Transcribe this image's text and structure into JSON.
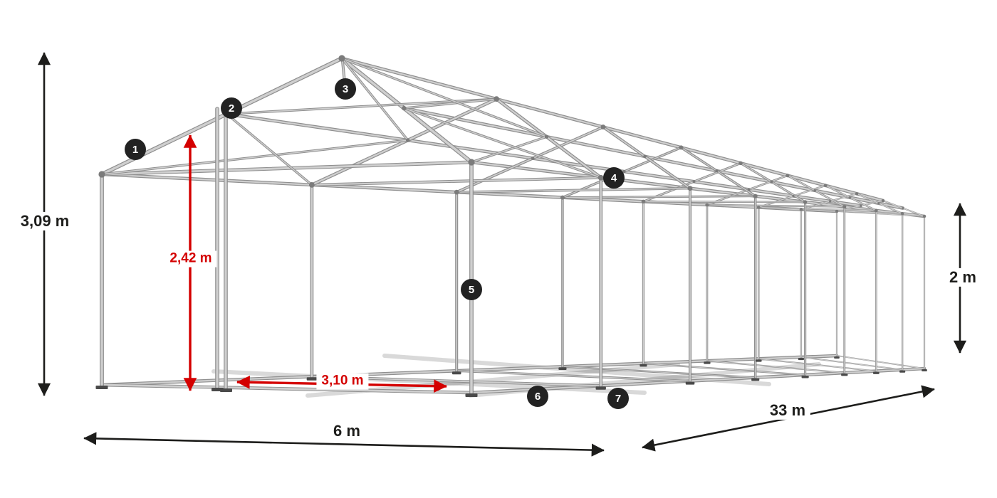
{
  "illustration": {
    "subject": "tent-frame-construction-diagram"
  },
  "callouts": [
    "1",
    "2",
    "3",
    "4",
    "5",
    "6",
    "7"
  ],
  "dimensions": {
    "total_height": "3,09 m",
    "inner_height": "2,42 m",
    "opening_width": "3,10 m",
    "side_height": "2 m",
    "front_width": "6 m",
    "length": "33 m"
  },
  "colors": {
    "dimension_red": "#d40000",
    "dimension_black": "#1d1d1b",
    "callout_background": "#222222",
    "frame_light": "#cfcfcf",
    "frame_dark": "#8f8f8f",
    "background": "#ffffff"
  }
}
